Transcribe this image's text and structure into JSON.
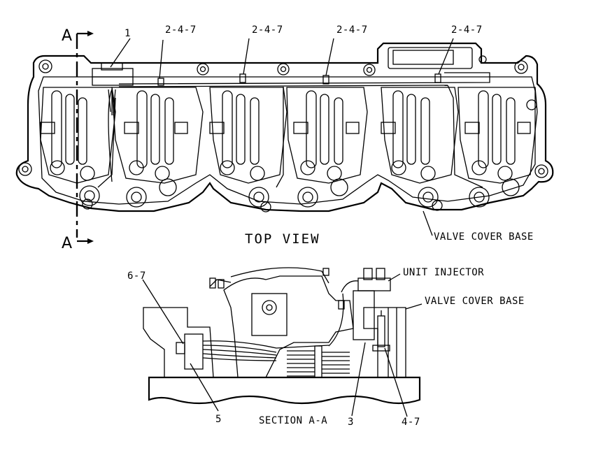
{
  "diagram": {
    "callouts": {
      "item_1": "1",
      "top_a": "2-4-7",
      "top_b": "2-4-7",
      "top_c": "2-4-7",
      "top_d": "2-4-7",
      "item_6_7": "6-7",
      "item_5": "5",
      "item_3": "3",
      "item_4_7": "4-7"
    },
    "section_marker_top": "A",
    "section_marker_bottom": "A",
    "top_view_title": "TOP VIEW",
    "valve_cover_base_top": "VALVE COVER BASE",
    "unit_injector": "UNIT INJECTOR",
    "valve_cover_base_section": "VALVE COVER BASE",
    "section_title": "SECTION A-A"
  }
}
